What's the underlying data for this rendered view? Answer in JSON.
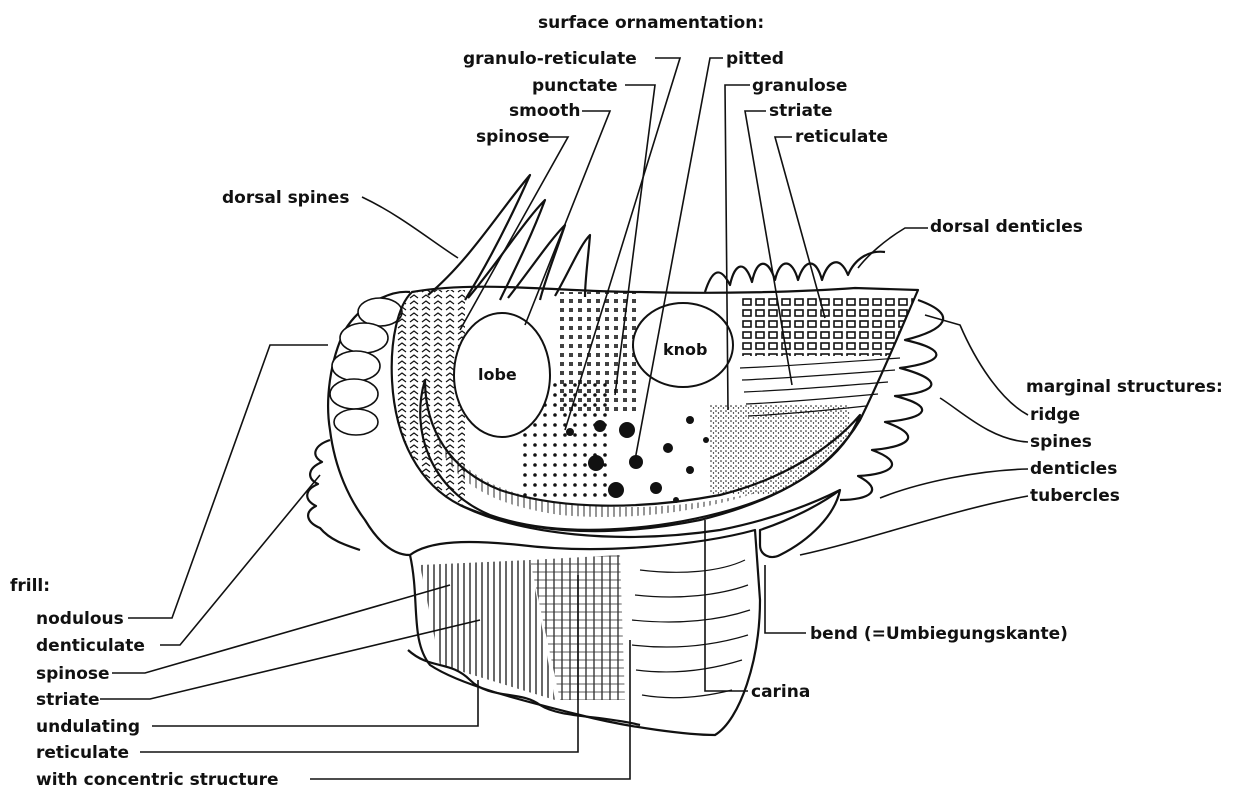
{
  "surface_heading": "surface ornamentation:",
  "surface": {
    "granulo_reticulate": "granulo-reticulate",
    "punctate": "punctate",
    "smooth": "smooth",
    "spinose": "spinose",
    "pitted": "pitted",
    "granulose": "granulose",
    "striate": "striate",
    "reticulate": "reticulate"
  },
  "dorsal_spines": "dorsal spines",
  "dorsal_denticles": "dorsal denticles",
  "lobe": "lobe",
  "knob": "knob",
  "marginal_heading": "marginal structures:",
  "marginal": {
    "ridge": "ridge",
    "spines": "spines",
    "denticles": "denticles",
    "tubercles": "tubercles"
  },
  "bend": "bend (=Umbiegungskante)",
  "carina": "carina",
  "frill_heading": "frill:",
  "frill": {
    "nodulous": "nodulous",
    "denticulate": "denticulate",
    "spinose": "spinose",
    "striate": "striate",
    "undulating": "undulating",
    "reticulate": "reticulate",
    "concentric": "with concentric structure"
  }
}
